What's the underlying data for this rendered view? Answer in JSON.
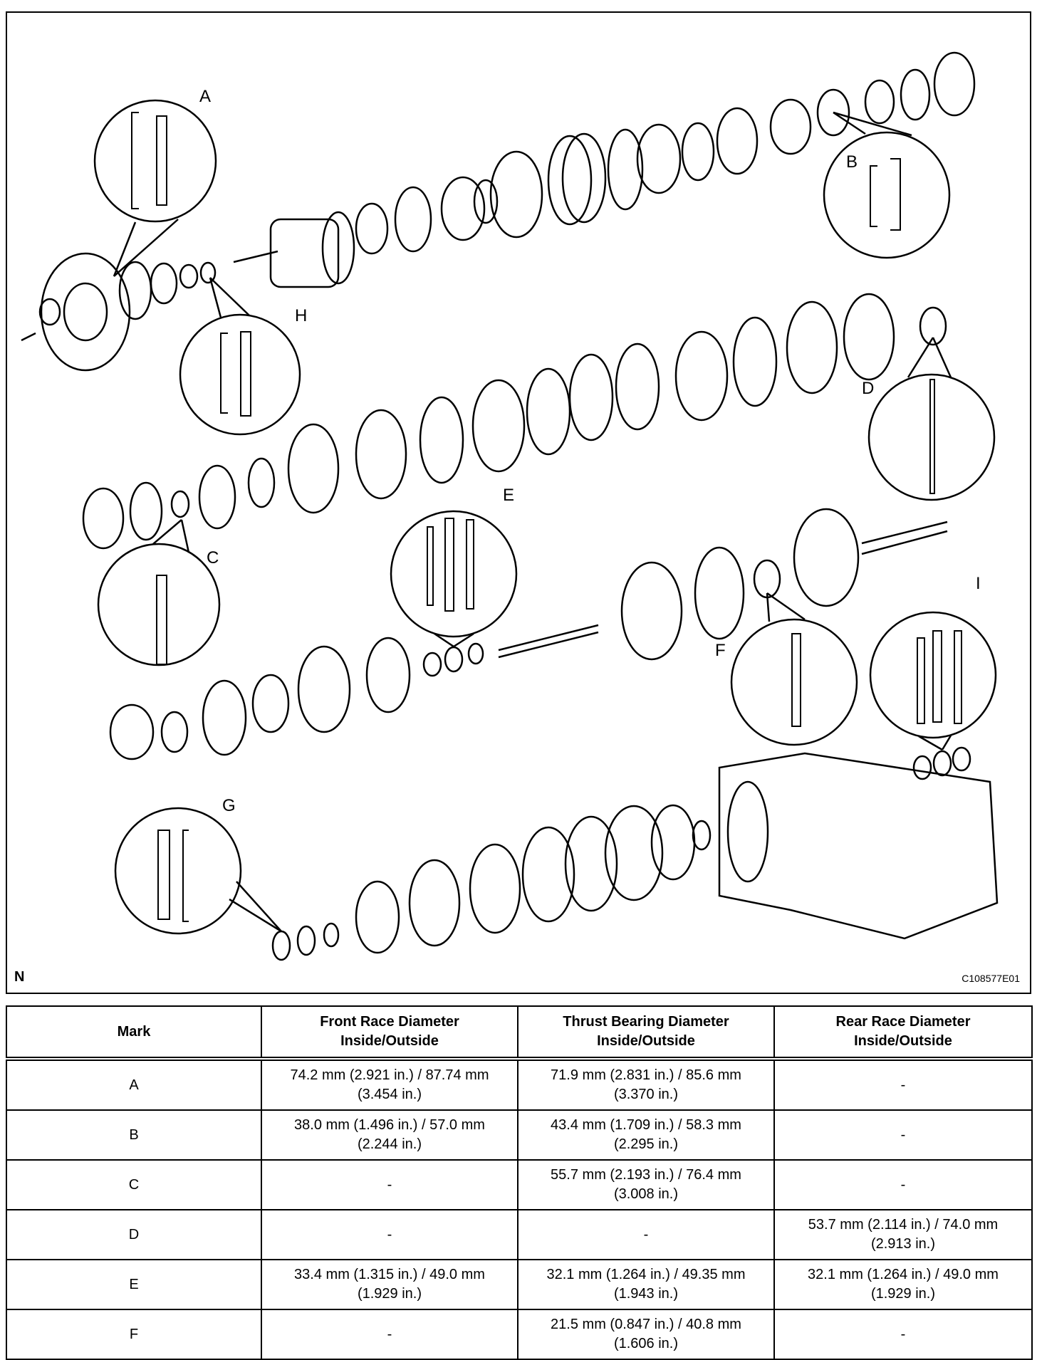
{
  "diagram": {
    "callouts": [
      "A",
      "B",
      "C",
      "D",
      "E",
      "F",
      "G",
      "H",
      "I"
    ],
    "corner_letter": "N",
    "figure_code": "C108577E01"
  },
  "table": {
    "headers": [
      "Mark",
      "Front Race Diameter\nInside/Outside",
      "Thrust Bearing Diameter\nInside/Outside",
      "Rear Race Diameter\nInside/Outside"
    ],
    "rows": [
      [
        "A",
        "74.2 mm (2.921 in.) / 87.74 mm\n(3.454 in.)",
        "71.9 mm (2.831 in.) / 85.6 mm\n(3.370 in.)",
        "-"
      ],
      [
        "B",
        "38.0 mm (1.496 in.) / 57.0 mm\n(2.244 in.)",
        "43.4 mm (1.709 in.) / 58.3 mm\n(2.295 in.)",
        "-"
      ],
      [
        "C",
        "-",
        "55.7 mm (2.193 in.) / 76.4 mm\n(3.008 in.)",
        "-"
      ],
      [
        "D",
        "-",
        "-",
        "53.7 mm (2.114 in.) / 74.0 mm\n(2.913 in.)"
      ],
      [
        "E",
        "33.4 mm (1.315 in.) / 49.0 mm\n(1.929 in.)",
        "32.1 mm (1.264 in.) / 49.35 mm\n(1.943 in.)",
        "32.1 mm (1.264 in.) / 49.0 mm\n(1.929 in.)"
      ],
      [
        "F",
        "-",
        "21.5 mm (0.847 in.) / 40.8 mm\n(1.606 in.)",
        "-"
      ]
    ]
  }
}
